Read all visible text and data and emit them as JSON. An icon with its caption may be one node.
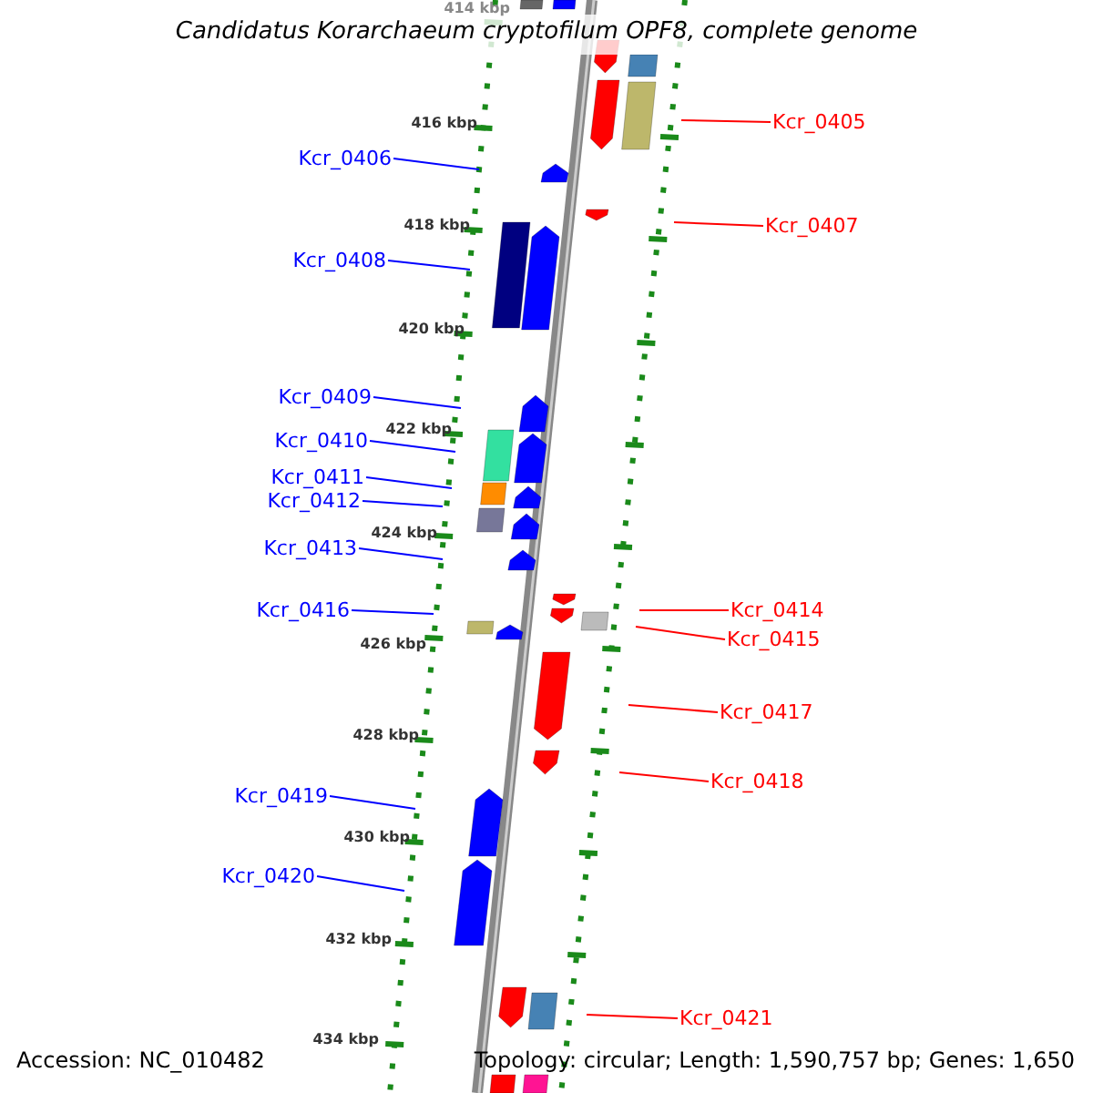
{
  "diagram": {
    "title": "Candidatus Korarchaeum cryptofilum OPF8, complete genome",
    "nodes": [
      {
        "text": [
          "Kcr_0405"
        ]
      },
      {
        "text": [
          "Kcr_0406"
        ]
      },
      {
        "text": [
          "Kcr_0407"
        ]
      },
      {
        "text": [
          "Kcr_0408"
        ]
      },
      {
        "text": [
          "Kcr_0409"
        ]
      },
      {
        "text": [
          "Kcr_0410"
        ]
      },
      {
        "text": [
          "Kcr_0411"
        ]
      },
      {
        "text": [
          "Kcr_0412"
        ]
      },
      {
        "text": [
          "Kcr_0413"
        ]
      },
      {
        "text": [
          "Kcr_0414"
        ]
      },
      {
        "text": [
          "Kcr_0416"
        ]
      },
      {
        "text": [
          "Kcr_0415"
        ]
      },
      {
        "text": [
          "Kcr_0417"
        ]
      },
      {
        "text": [
          "Kcr_0418"
        ]
      },
      {
        "text": [
          "Kcr_0419"
        ]
      },
      {
        "text": [
          "Kcr_0420"
        ]
      },
      {
        "text": [
          "Kcr_0421"
        ]
      }
    ],
    "edges": [
      {
        "from": 0,
        "to": null,
        "arrow": "none",
        "color": "#ff0000"
      },
      {
        "from": 1,
        "to": null,
        "arrow": "none"
      },
      {
        "from": 2,
        "to": null,
        "arrow": "none",
        "color": "#ff0000"
      },
      {
        "from": 3,
        "to": null,
        "arrow": "none"
      },
      {
        "from": 4,
        "to": null,
        "arrow": "none"
      },
      {
        "from": 5,
        "to": null,
        "arrow": "none"
      },
      {
        "from": 6,
        "to": null,
        "arrow": "none"
      },
      {
        "from": 7,
        "to": null,
        "arrow": "none"
      },
      {
        "from": 8,
        "to": null,
        "arrow": "none"
      },
      {
        "from": 9,
        "to": null,
        "arrow": "none",
        "color": "#ff0000"
      },
      {
        "from": 10,
        "to": null,
        "arrow": "none"
      },
      {
        "from": 11,
        "to": null,
        "arrow": "none",
        "color": "#ff0000"
      },
      {
        "from": 12,
        "to": null,
        "arrow": "none",
        "color": "#ff0000"
      },
      {
        "from": 13,
        "to": null,
        "arrow": "none",
        "color": "#ff0000"
      },
      {
        "from": 14,
        "to": null,
        "arrow": "none"
      },
      {
        "from": 15,
        "to": null,
        "arrow": "none"
      },
      {
        "from": 16,
        "to": null,
        "arrow": "none",
        "color": "#ff0000"
      }
    ],
    "labels": [
      "414 kbp",
      "416 kbp",
      "418 kbp",
      "420 kbp",
      "422 kbp",
      "424 kbp",
      "426 kbp",
      "428 kbp",
      "430 kbp",
      "432 kbp",
      "434 kbp",
      "Accession: NC_010482",
      "Topology: circular; Length: 1,590,757 bp; Genes: 1,650"
    ]
  }
}
